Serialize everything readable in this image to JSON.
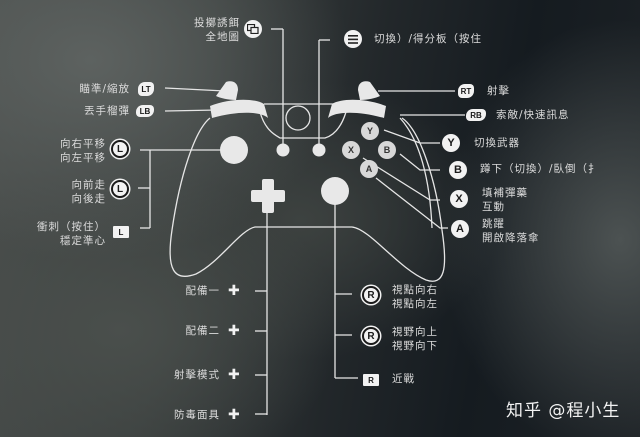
{
  "diagram": {
    "type": "controller-layout",
    "top": {
      "view_button": {
        "icon": "view-icon",
        "label_line1": "投擲誘餌",
        "label_line2": "全地圖"
      },
      "menu_button": {
        "icon": "menu-icon",
        "label": "切換）/得分板（按住"
      }
    },
    "left": {
      "lt": {
        "badge": "LT",
        "label": "瞄準/縮放"
      },
      "lb": {
        "badge": "LB",
        "label": "丟手榴彈"
      },
      "ls_horizontal": {
        "badge": "L",
        "label_line1": "向右平移",
        "label_line2": "向左平移"
      },
      "ls_vertical": {
        "badge": "L",
        "label_line1": "向前走",
        "label_line2": "向後走"
      },
      "ls_click": {
        "badge": "L",
        "label_line1": "衝刺（按住）",
        "label_line2": "穩定準心"
      }
    },
    "right": {
      "rt": {
        "badge": "RT",
        "label": "射擊"
      },
      "rb": {
        "badge": "RB",
        "label": "索敵/快速訊息"
      },
      "y": {
        "badge": "Y",
        "label": "切換武器"
      },
      "b": {
        "badge": "B",
        "label": "蹲下（切換）/臥倒（扌"
      },
      "x": {
        "badge": "X",
        "label_line1": "填補彈藥",
        "label_line2": "互動"
      },
      "a": {
        "badge": "A",
        "label_line1": "跳躍",
        "label_line2": "開啟降落傘"
      }
    },
    "dpad": {
      "left": {
        "label": "配備一"
      },
      "right": {
        "label": "配備二"
      },
      "up": {
        "label": "射擊模式"
      },
      "down": {
        "label": "防毒面具"
      }
    },
    "right_stick": {
      "horizontal": {
        "badge": "R",
        "label_line1": "視點向右",
        "label_line2": "視點向左"
      },
      "vertical": {
        "badge": "R",
        "label_line1": "視野向上",
        "label_line2": "視野向下"
      },
      "click": {
        "badge": "R",
        "label": "近戰"
      }
    },
    "controller_buttons": {
      "y": "Y",
      "x": "X",
      "b": "B",
      "a": "A"
    }
  },
  "watermark": "知乎 @程小生",
  "colors": {
    "line": "#e6e6e6",
    "badge_bg": "#f2f2f2",
    "badge_text": "#1a1a1a"
  }
}
